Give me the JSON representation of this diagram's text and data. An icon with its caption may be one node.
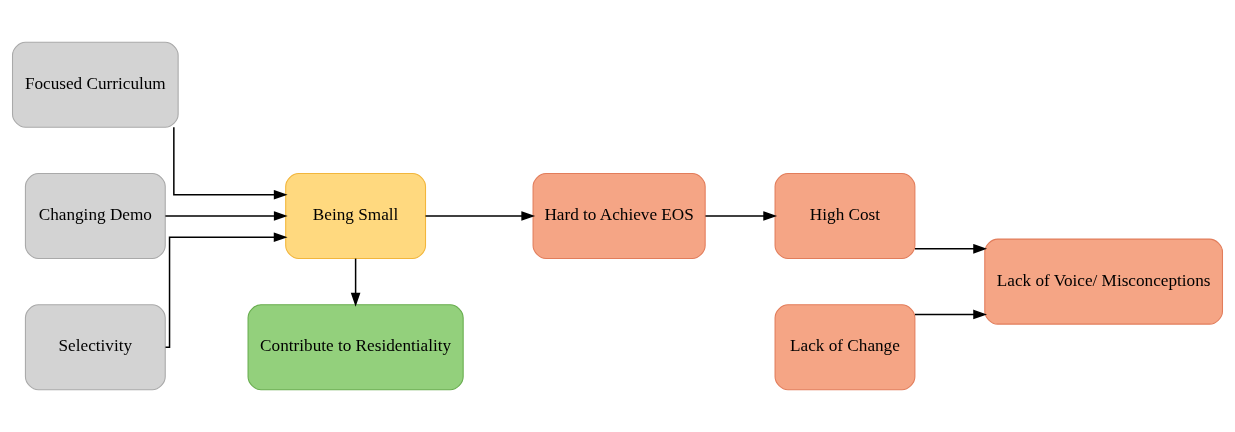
{
  "diagram": {
    "nodes": [
      {
        "text": [
          "Focused Curriculum"
        ]
      },
      {
        "text": [
          "Changing Demo"
        ]
      },
      {
        "text": [
          "Selectivity"
        ]
      },
      {
        "text": [
          "Being Small"
        ]
      },
      {
        "text": [
          "Contribute to Residentiality"
        ]
      },
      {
        "text": [
          "Hard to Achieve EOS"
        ]
      },
      {
        "text": [
          "Lack of Change"
        ]
      },
      {
        "text": [
          "High Cost"
        ]
      },
      {
        "text": [
          "Lack of Voice/ Misconceptions"
        ]
      }
    ],
    "edges": [
      {
        "from": 0,
        "to": 3,
        "arrow": "to"
      },
      {
        "from": 1,
        "to": 3,
        "arrow": "to"
      },
      {
        "from": 2,
        "to": 3,
        "arrow": "to"
      },
      {
        "from": 3,
        "to": 4,
        "arrow": "to"
      },
      {
        "from": 3,
        "to": 5,
        "arrow": "to"
      },
      {
        "from": 5,
        "to": 7,
        "arrow": "to"
      },
      {
        "from": 6,
        "to": 8,
        "arrow": "to"
      },
      {
        "from": 7,
        "to": 8,
        "arrow": "to"
      }
    ]
  }
}
